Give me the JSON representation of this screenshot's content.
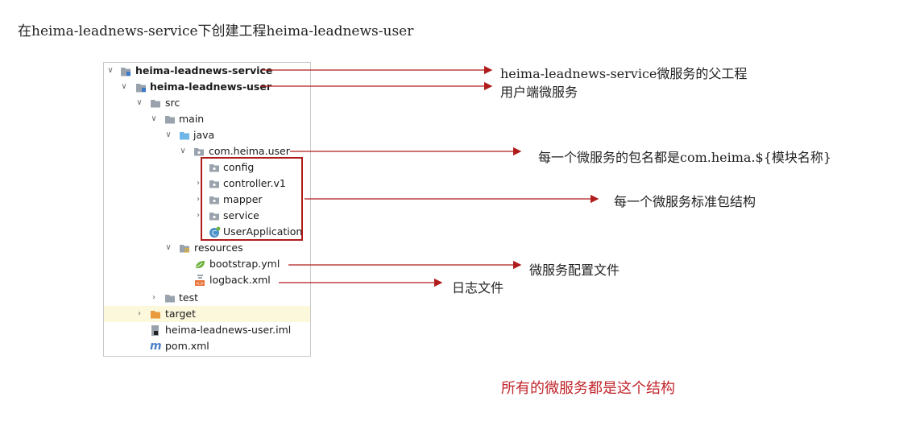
{
  "title": "在heima-leadnews-service下创建工程heima-leadnews-user",
  "tree": {
    "items": [
      {
        "label": "heima-leadnews-service",
        "icon": "module-folder-icon"
      },
      {
        "label": "heima-leadnews-user",
        "icon": "module-folder-icon"
      },
      {
        "label": "src",
        "icon": "folder-icon"
      },
      {
        "label": "main",
        "icon": "folder-icon"
      },
      {
        "label": "java",
        "icon": "source-folder-icon"
      },
      {
        "label": "com.heima.user",
        "icon": "package-icon"
      },
      {
        "label": "config",
        "icon": "package-icon"
      },
      {
        "label": "controller.v1",
        "icon": "package-icon"
      },
      {
        "label": "mapper",
        "icon": "package-icon"
      },
      {
        "label": "service",
        "icon": "package-icon"
      },
      {
        "label": "UserApplication",
        "icon": "spring-class-icon"
      },
      {
        "label": "resources",
        "icon": "resources-folder-icon"
      },
      {
        "label": "bootstrap.yml",
        "icon": "yml-file-icon"
      },
      {
        "label": "logback.xml",
        "icon": "xml-file-icon"
      },
      {
        "label": "test",
        "icon": "folder-icon"
      },
      {
        "label": "target",
        "icon": "target-folder-icon"
      },
      {
        "label": "heima-leadnews-user.iml",
        "icon": "iml-file-icon"
      },
      {
        "label": "pom.xml",
        "icon": "maven-icon"
      }
    ]
  },
  "annotations": {
    "parent": "heima-leadnews-service微服务的父工程",
    "user": "用户端微服务",
    "package": "每一个微服务的包名都是com.heima.${模块名称}",
    "structure": "每一个微服务标准包结构",
    "config": "微服务配置文件",
    "log": "日志文件",
    "footer": "所有的微服务都是这个结构"
  },
  "colors": {
    "arrow": "#b01c1c",
    "highlight_box": "#b01c1c",
    "footer_text": "#c0262c",
    "row_highlight": "#fbf8dc",
    "folder": "#9aa3ad",
    "source_folder": "#6fb7e6",
    "target_folder": "#e89a3c"
  }
}
